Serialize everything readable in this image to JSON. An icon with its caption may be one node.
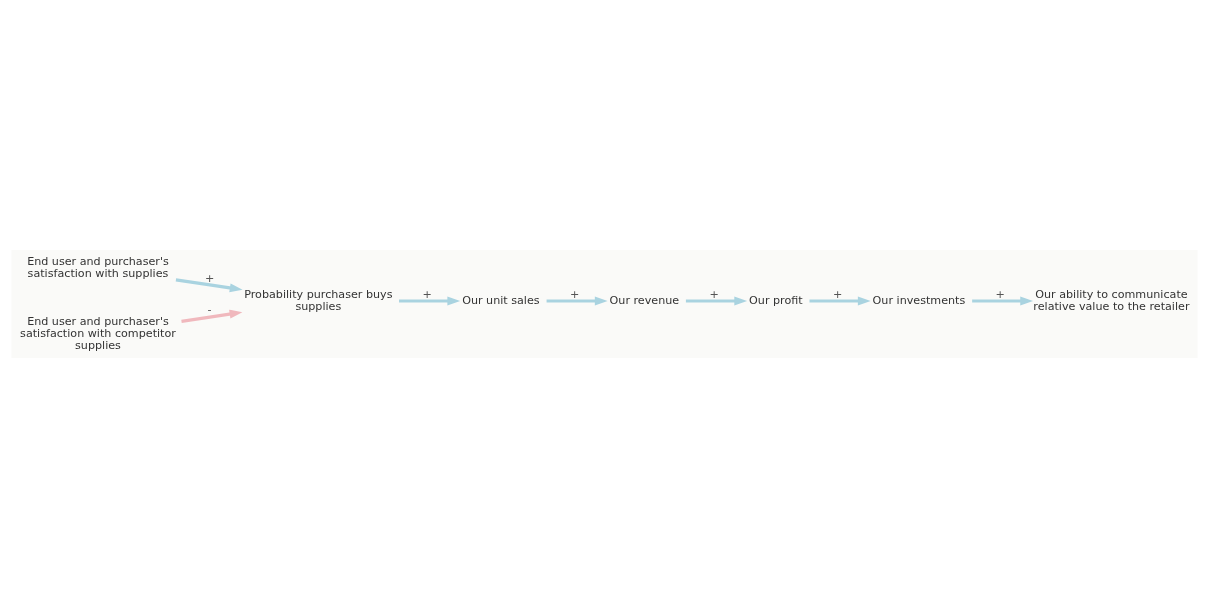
{
  "diagram": {
    "nodes": [
      {
        "text": [
          "Our revenue"
        ]
      },
      {
        "text": [
          "Our profit"
        ]
      },
      {
        "text": [
          "Our unit sales"
        ]
      },
      {
        "text": [
          "Our investments"
        ]
      },
      {
        "text": [
          "End user and purchaser's satisfaction with supplies"
        ]
      },
      {
        "text": [
          "Probability purchaser buys supplies"
        ]
      },
      {
        "text": [
          "End user and purchaser's satisfaction with competitor supplies"
        ]
      },
      {
        "text": [
          "Our ability to communicate relative value to the retailer"
        ]
      }
    ],
    "edges": [
      {
        "from": 0,
        "to": 1,
        "arrow": "to",
        "label": "+"
      },
      {
        "from": 2,
        "to": 0,
        "arrow": "to",
        "label": "+"
      },
      {
        "from": 1,
        "to": 3,
        "arrow": "to",
        "label": "+"
      },
      {
        "from": 3,
        "to": 7,
        "arrow": "to",
        "label": "+"
      },
      {
        "from": 4,
        "to": 5,
        "arrow": "to",
        "label": "+"
      },
      {
        "from": 5,
        "to": 2,
        "arrow": "to",
        "label": "+"
      },
      {
        "from": 6,
        "to": 5,
        "arrow": "to",
        "label": "-",
        "color": "#f0b8bd"
      }
    ]
  }
}
